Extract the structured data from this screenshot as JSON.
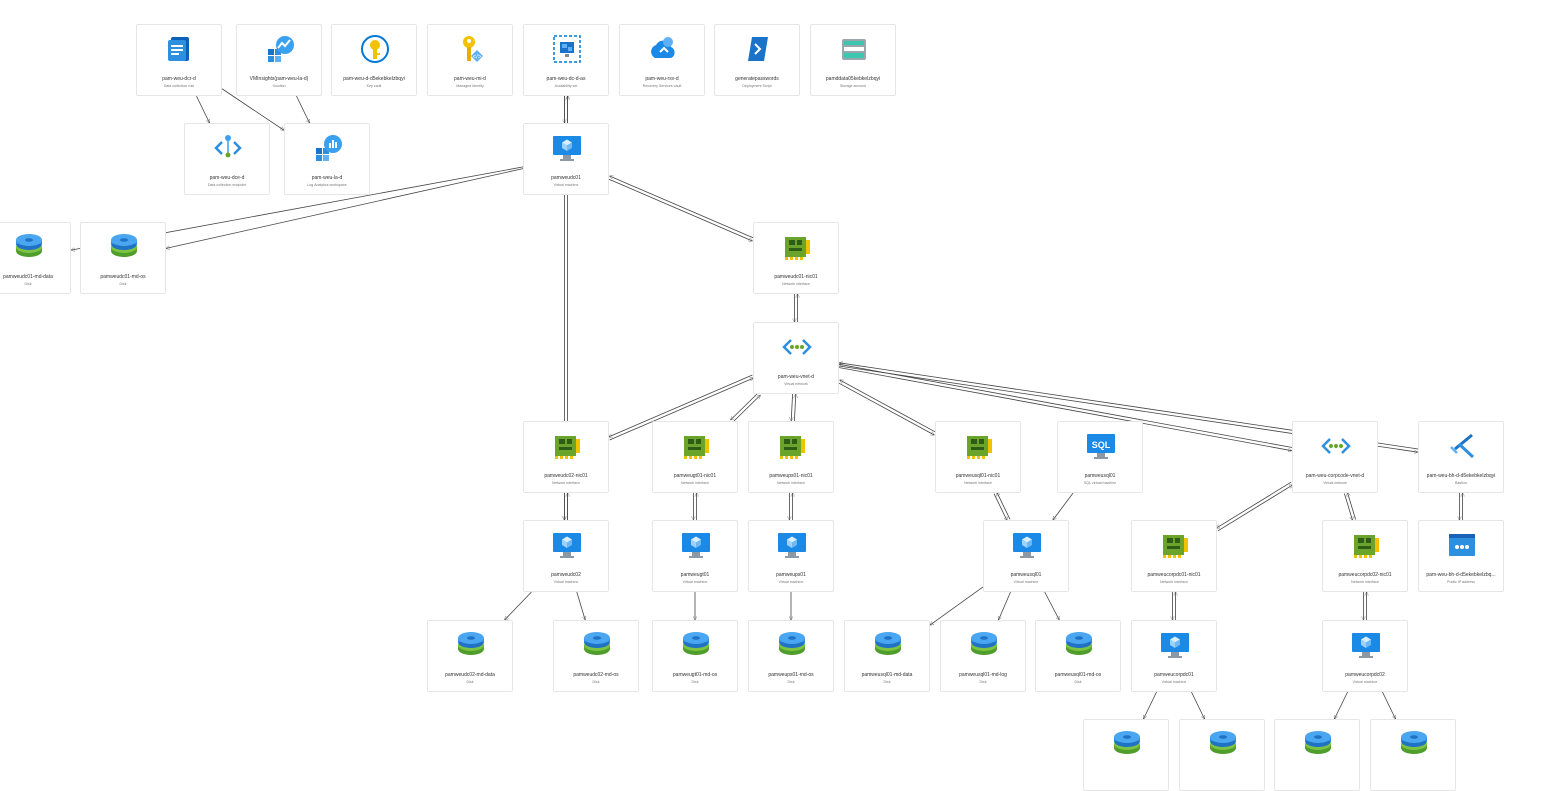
{
  "icons": {
    "data-collection-rule": "scroll-document-icon",
    "solution": "insights-chart-icon",
    "key-vault": "key-vault-icon",
    "managed-identity": "identity-key-icon",
    "availability-set": "availability-set-icon",
    "recovery-vault": "cloud-backup-icon",
    "deployment-script": "script-icon",
    "storage-account": "storage-account-icon",
    "data-collection-endpoint": "endpoint-icon",
    "log-analytics": "log-analytics-icon",
    "virtual-machine": "monitor-cube-icon",
    "disk": "disk-icon",
    "network-interface": "network-card-icon",
    "virtual-network": "vnet-icon",
    "sql-vm": "sql-monitor-icon",
    "bastion": "bastion-icon",
    "public-ip": "public-ip-icon"
  },
  "colors": {
    "edge": "#444444",
    "card_border": "#e6e6e6",
    "azure_blue": "#0078d4",
    "nic_green": "#6aa42a",
    "disk_blue": "#2f8fdf",
    "disk_green": "#5ea429",
    "key_yellow": "#f2c200"
  },
  "nodes": [
    {
      "id": "dcr",
      "name": "pam-weu-dcr-d",
      "type": "Data collection rule",
      "icon": "data-collection-rule"
    },
    {
      "id": "vminsights",
      "name": "VMInsights(pam-weu-la-d)",
      "type": "Solution",
      "icon": "solution"
    },
    {
      "id": "kv",
      "name": "pam-weu-d-d5ekebkeIzbqyi",
      "type": "Key vault",
      "icon": "key-vault"
    },
    {
      "id": "mi",
      "name": "pam-weu-mi-d",
      "type": "Managed Identity",
      "icon": "managed-identity"
    },
    {
      "id": "avset",
      "name": "pam-weu-dc-d-as",
      "type": "Availability set",
      "icon": "availability-set"
    },
    {
      "id": "rsv",
      "name": "pam-weu-rsv-d",
      "type": "Recovery Services vault",
      "icon": "recovery-vault"
    },
    {
      "id": "genpw",
      "name": "generatepasswords",
      "type": "Deployment Script",
      "icon": "deployment-script"
    },
    {
      "id": "storage",
      "name": "pamddata05kebkeIzbqyi",
      "type": "Storage account",
      "icon": "storage-account"
    },
    {
      "id": "dce",
      "name": "pam-weu-dce-d",
      "type": "Data collection endpoint",
      "icon": "data-collection-endpoint"
    },
    {
      "id": "law",
      "name": "pam-weu-la-d",
      "type": "Log Analytics workspace",
      "icon": "log-analytics"
    },
    {
      "id": "dc01",
      "name": "pamweudc01",
      "type": "Virtual machine",
      "icon": "virtual-machine"
    },
    {
      "id": "dc01data",
      "name": "pamweudc01-md-data",
      "type": "Disk",
      "icon": "disk"
    },
    {
      "id": "dc01os",
      "name": "pamweudc01-md-os",
      "type": "Disk",
      "icon": "disk"
    },
    {
      "id": "dc01nic",
      "name": "pamweudc01-nic01",
      "type": "Network interface",
      "icon": "network-interface"
    },
    {
      "id": "vnet",
      "name": "pam-weu-vnet-d",
      "type": "Virtual network",
      "icon": "virtual-network"
    },
    {
      "id": "dc02nic",
      "name": "pamweudc02-nic01",
      "type": "Network interface",
      "icon": "network-interface"
    },
    {
      "id": "gt01nic",
      "name": "pamweugt01-nic01",
      "type": "Network interface",
      "icon": "network-interface"
    },
    {
      "id": "ps01nic",
      "name": "pamweups01-nic01",
      "type": "Network interface",
      "icon": "network-interface"
    },
    {
      "id": "sql01nic",
      "name": "pamweusql01-nic01",
      "type": "Network interface",
      "icon": "network-interface"
    },
    {
      "id": "sqlvm",
      "name": "pamweusql01",
      "type": "SQL virtual machine",
      "icon": "sql-vm"
    },
    {
      "id": "corpvnet",
      "name": "pam-weu-corpcode-vnet-d",
      "type": "Virtual network",
      "icon": "virtual-network"
    },
    {
      "id": "bastion",
      "name": "pam-weu-bh-d-d5ekebkeIzbqyi",
      "type": "Bastion",
      "icon": "bastion"
    },
    {
      "id": "dc02",
      "name": "pamweudc02",
      "type": "Virtual machine",
      "icon": "virtual-machine"
    },
    {
      "id": "gt01",
      "name": "pamweugt01",
      "type": "Virtual machine",
      "icon": "virtual-machine"
    },
    {
      "id": "ps01",
      "name": "pamweups01",
      "type": "Virtual machine",
      "icon": "virtual-machine"
    },
    {
      "id": "sql01",
      "name": "pamweusql01",
      "type": "Virtual machine",
      "icon": "virtual-machine"
    },
    {
      "id": "corpdc01nic",
      "name": "pamweucorpdc01-nic01",
      "type": "Network interface",
      "icon": "network-interface"
    },
    {
      "id": "corpdc02nic",
      "name": "pamweucorpdc02-nic01",
      "type": "Network interface",
      "icon": "network-interface"
    },
    {
      "id": "bhpip",
      "name": "pam-weu-bh-d-d5ekebkeIzbq...",
      "type": "Public IP address",
      "icon": "public-ip"
    },
    {
      "id": "dc02data",
      "name": "pamweudc02-md-data",
      "type": "Disk",
      "icon": "disk"
    },
    {
      "id": "dc02os",
      "name": "pamweudc02-md-os",
      "type": "Disk",
      "icon": "disk"
    },
    {
      "id": "gt01os",
      "name": "pamweugt01-md-os",
      "type": "Disk",
      "icon": "disk"
    },
    {
      "id": "ps01os",
      "name": "pamweups01-md-os",
      "type": "Disk",
      "icon": "disk"
    },
    {
      "id": "sql01data",
      "name": "pamweusql01-md-data",
      "type": "Disk",
      "icon": "disk"
    },
    {
      "id": "sql01log",
      "name": "pamweusql01-md-log",
      "type": "Disk",
      "icon": "disk"
    },
    {
      "id": "sql01os",
      "name": "pamweusql01-md-os",
      "type": "Disk",
      "icon": "disk"
    },
    {
      "id": "corpdc01",
      "name": "pamweucorpdc01",
      "type": "Virtual machine",
      "icon": "virtual-machine"
    },
    {
      "id": "corpdc02",
      "name": "pamweucorpdc02",
      "type": "Virtual machine",
      "icon": "virtual-machine"
    },
    {
      "id": "disk_a",
      "name": "",
      "type": "",
      "icon": "disk"
    },
    {
      "id": "disk_b",
      "name": "",
      "type": "",
      "icon": "disk"
    },
    {
      "id": "disk_c",
      "name": "",
      "type": "",
      "icon": "disk"
    },
    {
      "id": "disk_d",
      "name": "",
      "type": "",
      "icon": "disk"
    }
  ],
  "edges": [
    {
      "from": "dcr",
      "to": "dce",
      "arrow": "end"
    },
    {
      "from": "dcr",
      "to": "law",
      "arrow": "end"
    },
    {
      "from": "vminsights",
      "to": "law",
      "arrow": "end"
    },
    {
      "from": "dc01",
      "to": "avset",
      "arrow": "both"
    },
    {
      "from": "dc01",
      "to": "dc01data",
      "arrow": "end"
    },
    {
      "from": "dc01",
      "to": "dc01os",
      "arrow": "end"
    },
    {
      "from": "dc01",
      "to": "dc01nic",
      "arrow": "both"
    },
    {
      "from": "dc01nic",
      "to": "vnet",
      "arrow": "both"
    },
    {
      "from": "dc02",
      "to": "avset",
      "arrow": "both"
    },
    {
      "from": "vnet",
      "to": "dc02nic",
      "arrow": "both"
    },
    {
      "from": "vnet",
      "to": "gt01nic",
      "arrow": "both"
    },
    {
      "from": "vnet",
      "to": "ps01nic",
      "arrow": "both"
    },
    {
      "from": "vnet",
      "to": "sql01nic",
      "arrow": "both"
    },
    {
      "from": "vnet",
      "to": "corpvnet",
      "arrow": "both"
    },
    {
      "from": "vnet",
      "to": "bastion",
      "arrow": "both"
    },
    {
      "from": "dc02nic",
      "to": "dc02",
      "arrow": "both"
    },
    {
      "from": "gt01nic",
      "to": "gt01",
      "arrow": "both"
    },
    {
      "from": "ps01nic",
      "to": "ps01",
      "arrow": "both"
    },
    {
      "from": "sql01nic",
      "to": "sql01",
      "arrow": "both"
    },
    {
      "from": "sqlvm",
      "to": "sql01",
      "arrow": "end"
    },
    {
      "from": "corpvnet",
      "to": "corpdc01nic",
      "arrow": "both"
    },
    {
      "from": "corpvnet",
      "to": "corpdc02nic",
      "arrow": "both"
    },
    {
      "from": "bastion",
      "to": "bhpip",
      "arrow": "both"
    },
    {
      "from": "dc02",
      "to": "dc02data",
      "arrow": "end"
    },
    {
      "from": "dc02",
      "to": "dc02os",
      "arrow": "end"
    },
    {
      "from": "gt01",
      "to": "gt01os",
      "arrow": "end"
    },
    {
      "from": "ps01",
      "to": "ps01os",
      "arrow": "end"
    },
    {
      "from": "sql01",
      "to": "sql01data",
      "arrow": "end"
    },
    {
      "from": "sql01",
      "to": "sql01log",
      "arrow": "end"
    },
    {
      "from": "sql01",
      "to": "sql01os",
      "arrow": "end"
    },
    {
      "from": "corpdc01nic",
      "to": "corpdc01",
      "arrow": "both"
    },
    {
      "from": "corpdc02nic",
      "to": "corpdc02",
      "arrow": "both"
    },
    {
      "from": "corpdc01",
      "to": "disk_a",
      "arrow": "end"
    },
    {
      "from": "corpdc01",
      "to": "disk_b",
      "arrow": "end"
    },
    {
      "from": "corpdc02",
      "to": "disk_c",
      "arrow": "end"
    },
    {
      "from": "corpdc02",
      "to": "disk_d",
      "arrow": "end"
    }
  ]
}
